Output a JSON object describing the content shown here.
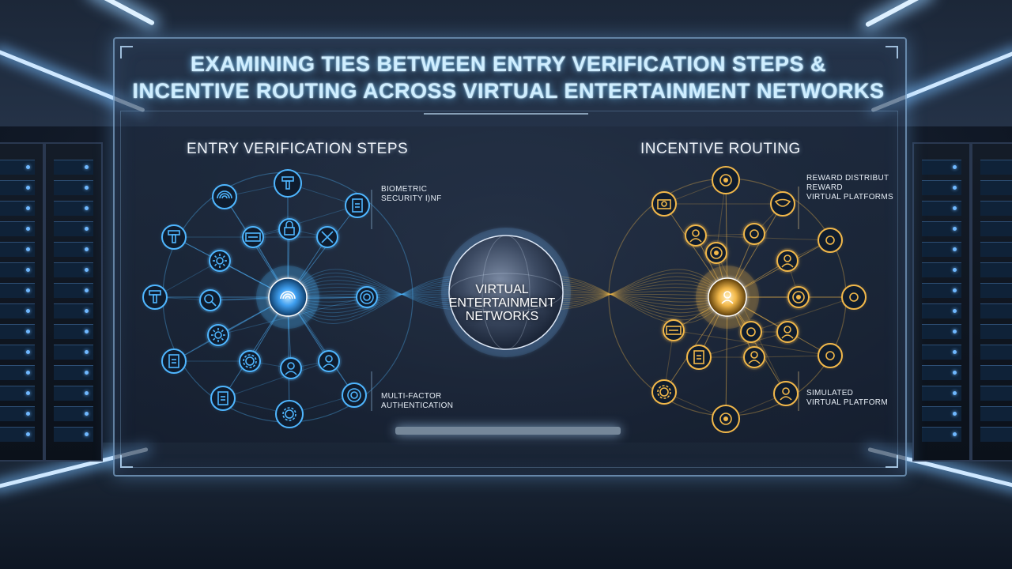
{
  "title": {
    "line1": "EXAMINING TIES BETWEEN ENTRY VERIFICATION STEPS &",
    "line2": "INCENTIVE ROUTING ACROSS VIRTUAL ENTERTAINMENT NETWORKS"
  },
  "left_section": {
    "heading": "ENTRY VERIFICATION STEPS",
    "label_top": [
      "BIOMETRIC",
      "SECURITY I)NF"
    ],
    "label_bottom": [
      "MULTI-FACTOR",
      "AUTHENTICATION"
    ],
    "color": "#4fb6ff",
    "hub_icon": "fingerprint-icon",
    "node_icons": [
      "fingerprint-icon",
      "stamp-icon",
      "document-icon",
      "keyboard-icon",
      "lock-icon",
      "tools-icon",
      "stamp-icon",
      "sunburst-icon",
      "stamp-icon",
      "magnifier-icon",
      "radar-icon",
      "sunburst-icon",
      "document-icon",
      "gear-icon",
      "face-icon",
      "face-icon",
      "document-icon",
      "gear-icon",
      "target-icon"
    ]
  },
  "center": {
    "label": [
      "VIRTUAL",
      "ENTERTAINMENT",
      "NETWORKS"
    ],
    "icon": "globe-icon"
  },
  "right_section": {
    "heading": "INCENTIVE ROUTING",
    "label_top": [
      "REWARD DISTRIBUT",
      "REWARD",
      "VIRTUAL PLATFORMS"
    ],
    "label_bottom": [
      "SIMULATED",
      "VIRTUAL PLATFORM"
    ],
    "color": "#f2b84a",
    "hub_icon": "user-icon",
    "node_icons": [
      "coin-icon",
      "camera-icon",
      "mask-icon",
      "heart-icon",
      "user-icon",
      "badge-icon",
      "user-icon",
      "coin-icon",
      "key-icon",
      "footprints-icon",
      "user-icon",
      "document-icon",
      "user-icon",
      "hands-icon",
      "keyboard-icon",
      "gear-icon",
      "coin-icon",
      "user-icon",
      "coin-icon"
    ]
  }
}
